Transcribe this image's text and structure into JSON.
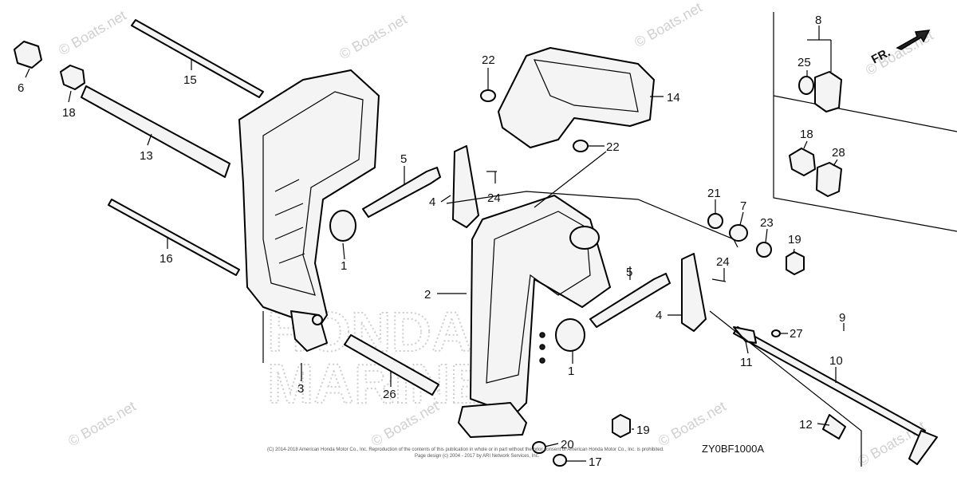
{
  "watermark": {
    "text": "© Boats.net",
    "brand_top": "HONDA",
    "brand_bottom": "MARINE"
  },
  "orientation_mark": "FR.",
  "diagram_code": "ZY0BF1000A",
  "copyright_line1": "(C) 2014-2018 American Honda Motor Co., Inc. Reproduction of the contents of this publication in whole or in part without the prior consent of American Honda Motor Co., Inc. is prohibited.",
  "copyright_line2": "Page design (c) 2004 - 2017 by ARI Network Services, Inc.",
  "callouts": {
    "c1a": "1",
    "c1b": "1",
    "c2": "2",
    "c3": "3",
    "c4a": "4",
    "c4b": "4",
    "c5a": "5",
    "c5b": "5",
    "c6": "6",
    "c7": "7",
    "c8": "8",
    "c9": "9",
    "c10": "10",
    "c11": "11",
    "c12": "12",
    "c13": "13",
    "c14": "14",
    "c15": "15",
    "c16": "16",
    "c17": "17",
    "c18a": "18",
    "c18b": "18",
    "c19a": "19",
    "c19b": "19",
    "c20": "20",
    "c21": "21",
    "c22a": "22",
    "c22b": "22",
    "c23": "23",
    "c24a": "24",
    "c24b": "24",
    "c25": "25",
    "c26": "26",
    "c27": "27",
    "c28": "28"
  }
}
